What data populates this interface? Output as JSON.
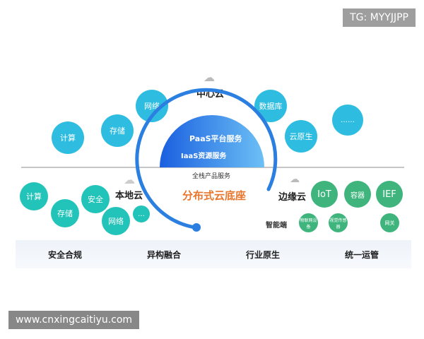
{
  "watermark_top": "TG: MYYJJPP",
  "watermark_bottom": "www.cnxingcaitiyu.com",
  "center_cloud": {
    "title": "中心云",
    "items": [
      "计算",
      "存储",
      "网络",
      "数据库",
      "云原生",
      "……"
    ]
  },
  "core": {
    "paas": "PaaS平台服务",
    "iaas": "IaaS资源服务",
    "stack": "全栈产品服务",
    "title": "分布式云底座"
  },
  "local_cloud": {
    "title": "本地云",
    "items": [
      "计算",
      "存储",
      "安全",
      "网络",
      "…"
    ]
  },
  "edge_cloud": {
    "title": "边缘云",
    "items": [
      "IoT",
      "容器",
      "IEF"
    ]
  },
  "smart_end": {
    "title": "智能端",
    "items": [
      "物联网设备",
      "视觉传感器",
      "网关"
    ]
  },
  "bottom_bar": [
    "安全合规",
    "异构融合",
    "行业原生",
    "统一运管"
  ],
  "colors": {
    "blue": "#2ebde0",
    "teal": "#22c3b8",
    "green": "#3fb57d",
    "orange": "#e8762d",
    "core": "#1e6fe0"
  }
}
